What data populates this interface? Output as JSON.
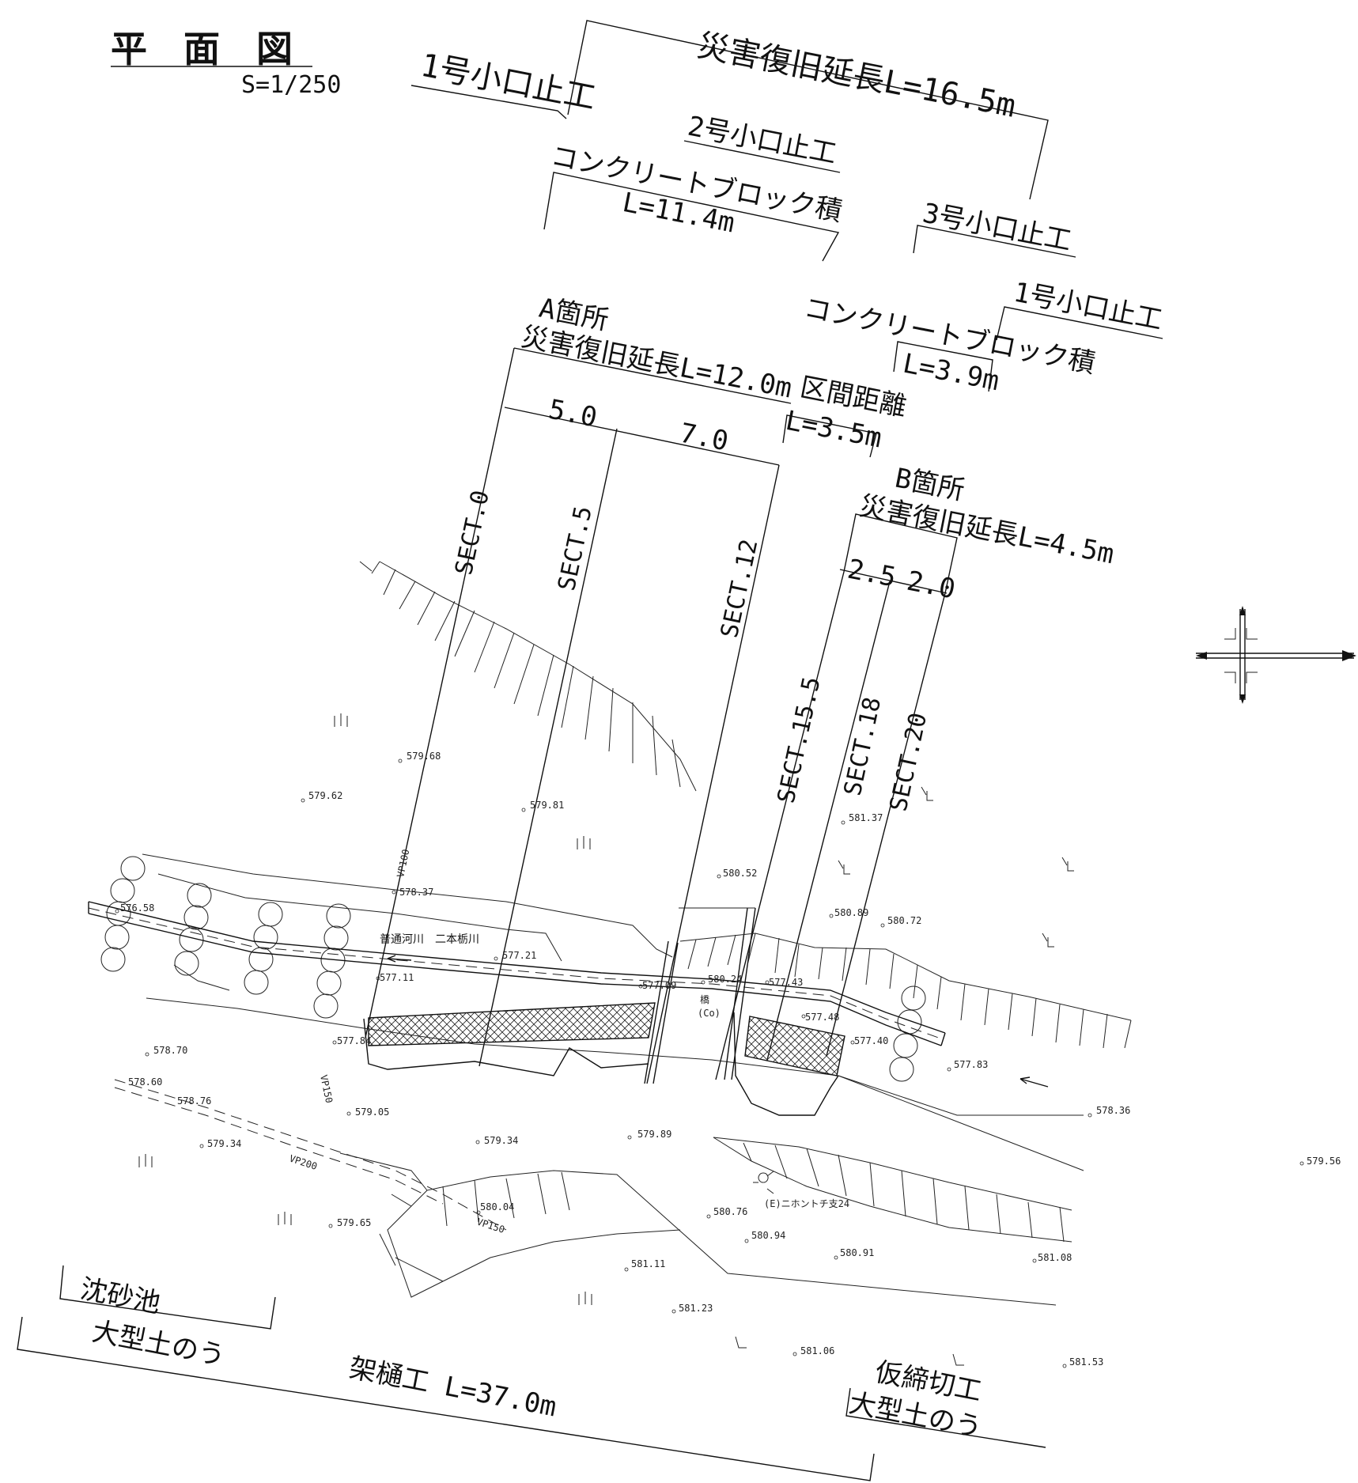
{
  "title": "平　面　図",
  "scale": "S=1/250",
  "labels": {
    "total_restoration": "災害復旧延長L=16.5m",
    "koguchi1_top": "1号小口止工",
    "koguchi2": "2号小口止工",
    "block_top": "コンクリートブロック積",
    "block_top_len": "L=11.4m",
    "koguchi3": "3号小口止工",
    "koguchi1_right": "1号小口止工",
    "block_right": "コンクリートブロック積",
    "block_right_len": "L=3.9m",
    "a_place": "A箇所",
    "a_restoration": "災害復旧延長L=12.0m",
    "interval": "区間距離",
    "interval_len": "L=3.5m",
    "b_place": "B箇所",
    "b_restoration": "災害復旧延長L=4.5m",
    "dim_5": "5.0",
    "dim_7": "7.0",
    "dim_25": "2.5",
    "dim_20": "2.0",
    "sect_0": "SECT.0",
    "sect_5": "SECT.5",
    "sect_12": "SECT.12",
    "sect_155": "SECT.15.5",
    "sect_18": "SECT.18",
    "sect_20": "SECT.20",
    "river": "普通河川　二本栃川",
    "bridge": "橋",
    "bridge_co": "(Co)",
    "pole": "(E)ニホントチ支24",
    "sedimentation": "沈砂池",
    "sandbag_left": "大型土のう",
    "flume": "架樋工 L=37.0m",
    "cofferdam": "仮締切工",
    "sandbag_right": "大型土のう",
    "vp100": "VP100",
    "vp150_a": "VP150",
    "vp200": "VP200",
    "vp150_b": "VP150"
  },
  "elevations": [
    "579.68",
    "579.62",
    "579.81",
    "578.37",
    "576.58",
    "577.21",
    "577.11",
    "577.09",
    "580.24",
    "577.43",
    "577.48",
    "577.40",
    "577.84",
    "578.70",
    "578.60",
    "578.76",
    "579.05",
    "579.34",
    "579.34",
    "579.89",
    "581.37",
    "580.52",
    "580.89",
    "580.72",
    "577.83",
    "578.36",
    "579.56",
    "580.04",
    "580.76",
    "580.94",
    "580.91",
    "581.08",
    "581.11",
    "581.23",
    "581.06",
    "581.53",
    "579.65"
  ],
  "colors": {
    "ink": "#111111",
    "paper": "#ffffff"
  }
}
